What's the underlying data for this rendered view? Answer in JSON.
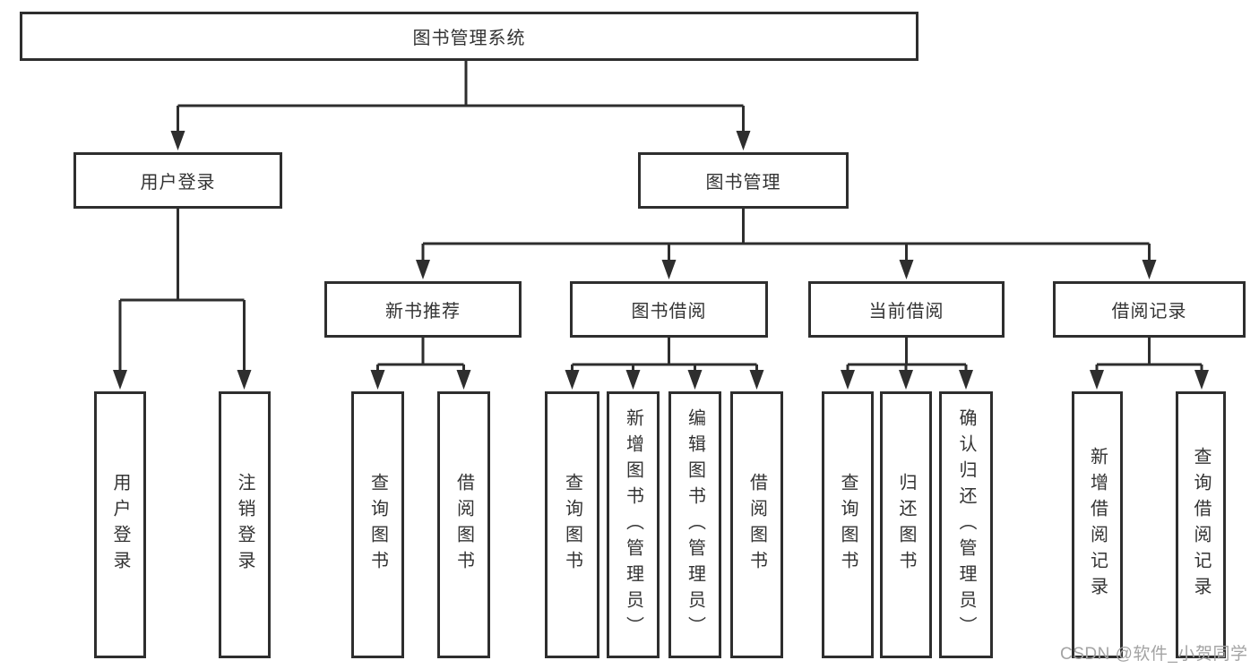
{
  "diagram": {
    "title": "图书管理系统",
    "line_color": "#2e2e2e",
    "text_color": "#333333",
    "nodes": {
      "root": {
        "label": "图书管理系统"
      },
      "user_login": {
        "label": "用户登录"
      },
      "book_mgmt": {
        "label": "图书管理"
      },
      "new_book_rec": {
        "label": "新书推荐"
      },
      "book_borrow": {
        "label": "图书借阅"
      },
      "current_borrow": {
        "label": "当前借阅"
      },
      "borrow_record": {
        "label": "借阅记录"
      },
      "leaf_user_login": {
        "label": "用户登录"
      },
      "leaf_logout": {
        "label": "注销登录"
      },
      "leaf_query_book_1": {
        "label": "查询图书"
      },
      "leaf_borrow_book_1": {
        "label": "借阅图书"
      },
      "leaf_query_book_2": {
        "label": "查询图书"
      },
      "leaf_add_book": {
        "label": "新增图书（管理员）"
      },
      "leaf_edit_book": {
        "label": "编辑图书（管理员）"
      },
      "leaf_borrow_book_2": {
        "label": "借阅图书"
      },
      "leaf_query_book_3": {
        "label": "查询图书"
      },
      "leaf_return_book": {
        "label": "归还图书"
      },
      "leaf_confirm_return": {
        "label": "确认归还（管理员）"
      },
      "leaf_add_record": {
        "label": "新增借阅记录"
      },
      "leaf_query_record": {
        "label": "查询借阅记录"
      }
    },
    "hierarchy": {
      "root": [
        "user_login",
        "book_mgmt"
      ],
      "user_login": [
        "leaf_user_login",
        "leaf_logout"
      ],
      "book_mgmt": [
        "new_book_rec",
        "book_borrow",
        "current_borrow",
        "borrow_record"
      ],
      "new_book_rec": [
        "leaf_query_book_1",
        "leaf_borrow_book_1"
      ],
      "book_borrow": [
        "leaf_query_book_2",
        "leaf_add_book",
        "leaf_edit_book",
        "leaf_borrow_book_2"
      ],
      "current_borrow": [
        "leaf_query_book_3",
        "leaf_return_book",
        "leaf_confirm_return"
      ],
      "borrow_record": [
        "leaf_add_record",
        "leaf_query_record"
      ]
    }
  },
  "watermark": {
    "text": "CSDN @软件_小贺同学",
    "color": "#a3a3a3"
  }
}
